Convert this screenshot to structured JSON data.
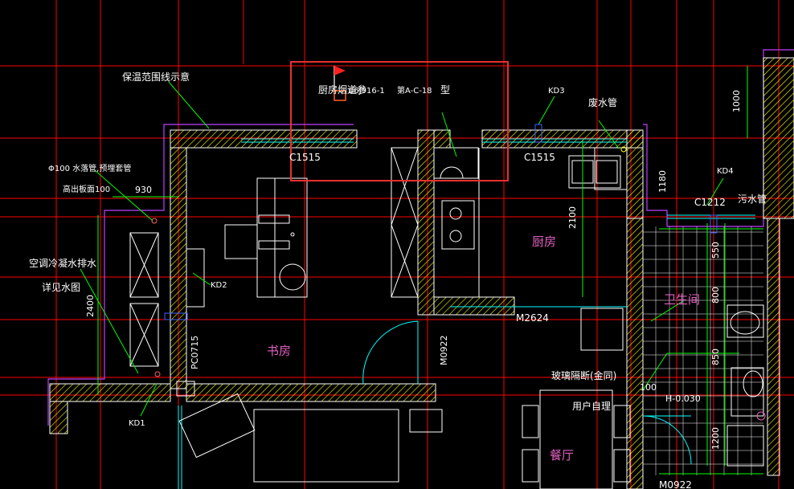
{
  "labels": {
    "insulation_note": "保温范围线示意",
    "kitchen_flue": "厨房烟道参",
    "flue_ref": "06J916-1",
    "flue_type": "第A-C-18",
    "flue_type_suffix": "型",
    "kd3": "KD3",
    "waste_pipe": "废水管",
    "c1515_left": "C1515",
    "c1515_right": "C1515",
    "pipe_note_1": "Φ100  水落管,预埋套管",
    "pipe_note_2": "高出板面100",
    "dim_930": "930",
    "dim_1000": "1000",
    "dim_1180": "1180",
    "kd4": "KD4",
    "c1212": "C1212",
    "sewage_pipe": "污水管",
    "dim_2100": "2100",
    "ac_note_1": "空调冷凝水排水",
    "ac_note_2": "详见水图",
    "dim_2400": "2400",
    "kd2": "KD2",
    "dim_550": "550",
    "dim_800": "800",
    "m2624": "M2624",
    "pc0715": "PC0715",
    "m0922": "M0922",
    "dim_850": "850",
    "glass_partition": "玻璃隔断(金同)",
    "user_self": "用户自理",
    "dim_100": "100",
    "h_level": "H-0.030",
    "kd1": "KD1",
    "dim_1200": "1200",
    "m0922_bottom": "M0922"
  },
  "rooms": {
    "kitchen": "厨房",
    "study": "书房",
    "bathroom": "卫生间",
    "dining": "餐厅"
  },
  "colors": {
    "background": "#000000",
    "axis_red": "#ff0000",
    "wall": "#ffffff",
    "hatch": "#ffff00",
    "outline_magenta": "#c040ff",
    "window_cyan": "#00ffff",
    "leader_green": "#00ff00",
    "room_pink": "#e060c0",
    "highlight_box": "#e83030",
    "flag_red": "#ff2020"
  }
}
